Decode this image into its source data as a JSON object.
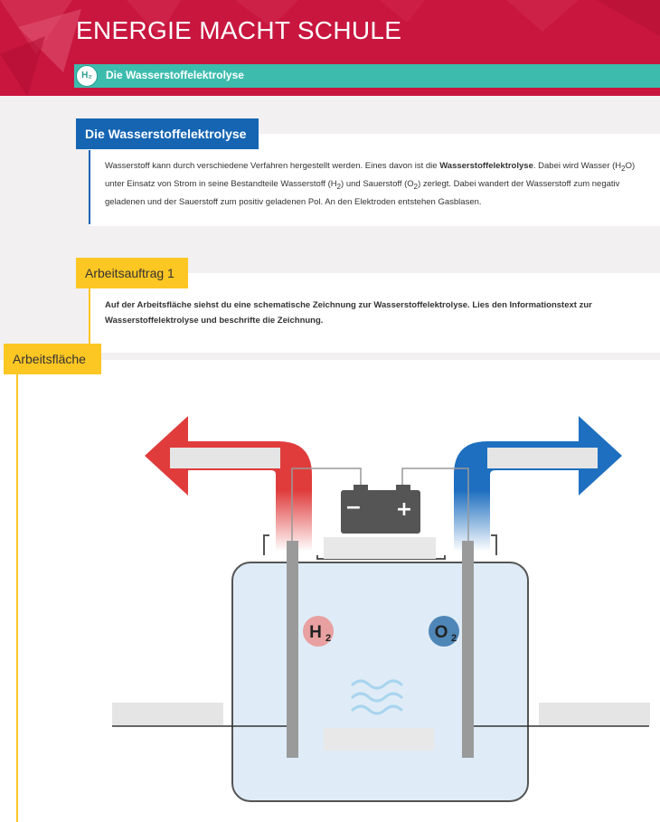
{
  "header": {
    "title": "ENERGIE MACHT SCHULE",
    "badge": "H₂",
    "subtitle": "Die Wasserstoffelektrolyse"
  },
  "section1": {
    "tag": "Die Wasserstoffelektrolyse",
    "text_html": "Wasserstoff kann durch verschiedene Verfahren hergestellt werden. Eines davon ist die <b>Wasserstoffelektrolyse</b>. Dabei wird Wasser (H<sub>2</sub>O) unter Einsatz von Strom in seine Bestandteile Wasserstoff (H<sub>2</sub>) und Sauerstoff (O<sub>2</sub>) zerlegt. Dabei wandert der Wasserstoff zum negativ geladenen und der Sauerstoff zum positiv geladenen Pol. An den Elektroden entstehen Gasblasen."
  },
  "section2": {
    "tag": "Arbeitsauftrag 1",
    "text": "Auf der Arbeitsfläche siehst du eine schematische Zeichnung zur Wasserstoffelektrolyse. Lies den Informationstext zur Wasserstoffelektrolyse und beschrifte die Zeichnung."
  },
  "section3": {
    "tag": "Arbeitsfläche"
  },
  "diagram": {
    "minus": "−",
    "plus": "+",
    "h2_label": "H",
    "h2_sub": "2",
    "o2_label": "O",
    "o2_sub": "2"
  },
  "colors": {
    "header_red": "#c8163f",
    "teal": "#3dbcae",
    "blue_tag": "#1565b3",
    "yellow_tag": "#fcc623",
    "arrow_red": "#e03c3c",
    "arrow_blue": "#1e6fc0"
  }
}
